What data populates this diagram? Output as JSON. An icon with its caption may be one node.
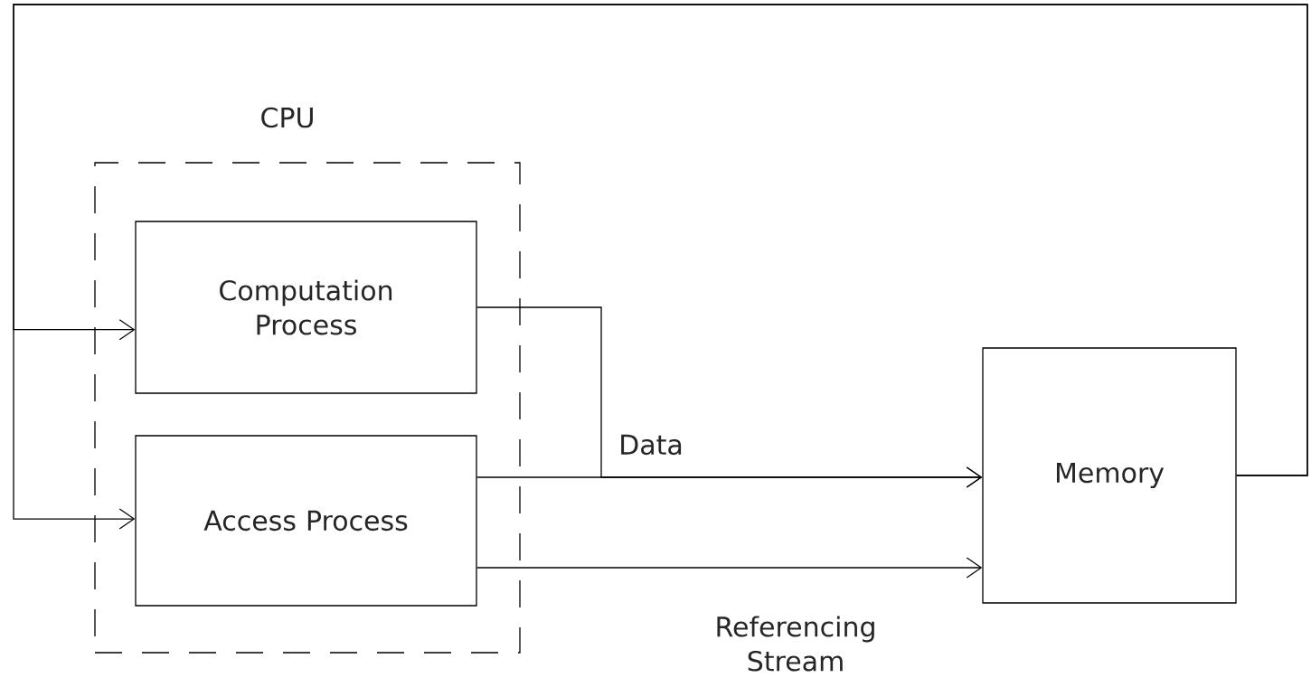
{
  "diagram": {
    "nodes": [
      {
        "text": [
          "CPU"
        ]
      },
      {
        "text": [
          "Computation Process"
        ],
        "in": 0
      },
      {
        "text": [
          "Access Process"
        ],
        "in": 0
      },
      {
        "text": [
          "Memory"
        ]
      }
    ],
    "edges": [
      {
        "from": 1,
        "to": 3,
        "arrow": "to"
      },
      {
        "from": 2,
        "to": 3,
        "arrow": "to",
        "label": "Data"
      },
      {
        "from": 2,
        "to": 3,
        "arrow": "to",
        "label": "Referencing Stream"
      },
      {
        "from": 3,
        "to": 1,
        "arrow": "to"
      },
      {
        "from": 3,
        "to": 2,
        "arrow": "to"
      }
    ]
  }
}
